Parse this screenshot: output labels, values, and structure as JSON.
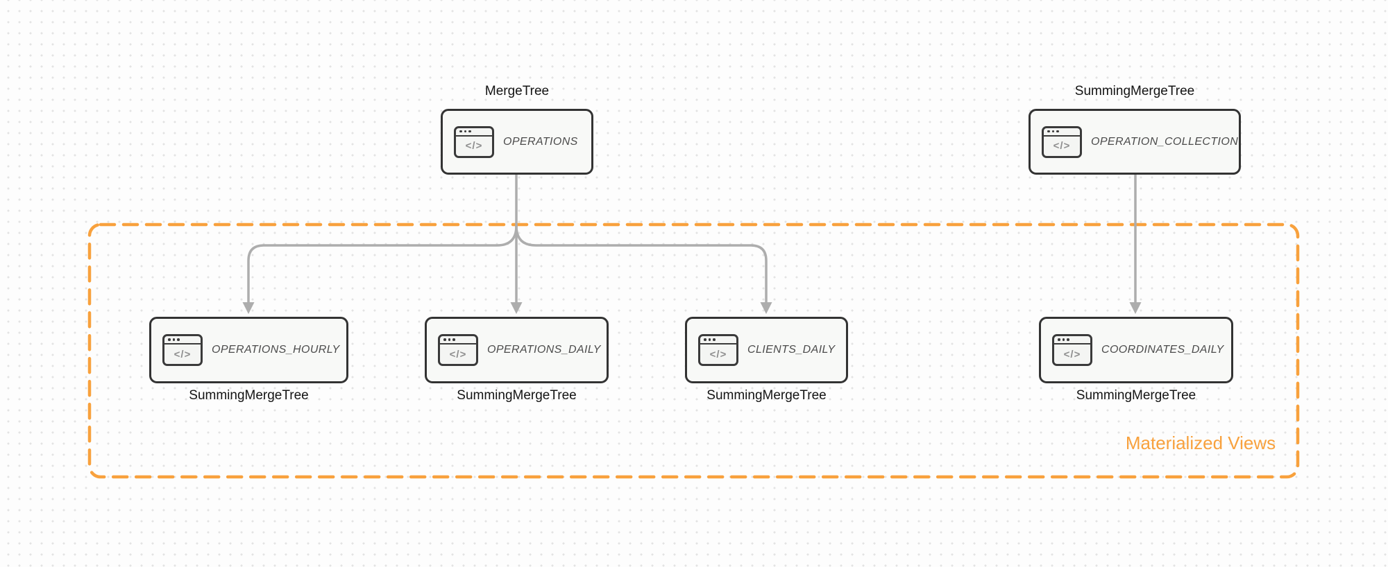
{
  "diagram": {
    "group_box_label": "Materialized Views",
    "icon_glyph": "</>",
    "nodes": [
      {
        "title": "OPERATIONS",
        "engine": "MergeTree"
      },
      {
        "title": "OPERATION_COLLECTION",
        "engine": "SummingMergeTree"
      },
      {
        "title": "OPERATIONS_HOURLY",
        "engine": "SummingMergeTree"
      },
      {
        "title": "OPERATIONS_DAILY",
        "engine": "SummingMergeTree"
      },
      {
        "title": "CLIENTS_DAILY",
        "engine": "SummingMergeTree"
      },
      {
        "title": "COORDINATES_DAILY",
        "engine": "SummingMergeTree"
      }
    ],
    "colors": {
      "accent_orange": "#F8A13D",
      "connector_gray": "#ADADAD",
      "node_border": "#333333",
      "node_fill": "#F8F9F7",
      "node_title_text": "#4B4B4B",
      "engine_label_text": "#131313",
      "background": "#FDFDFD",
      "dot_grid": "#E3E3E3"
    }
  }
}
